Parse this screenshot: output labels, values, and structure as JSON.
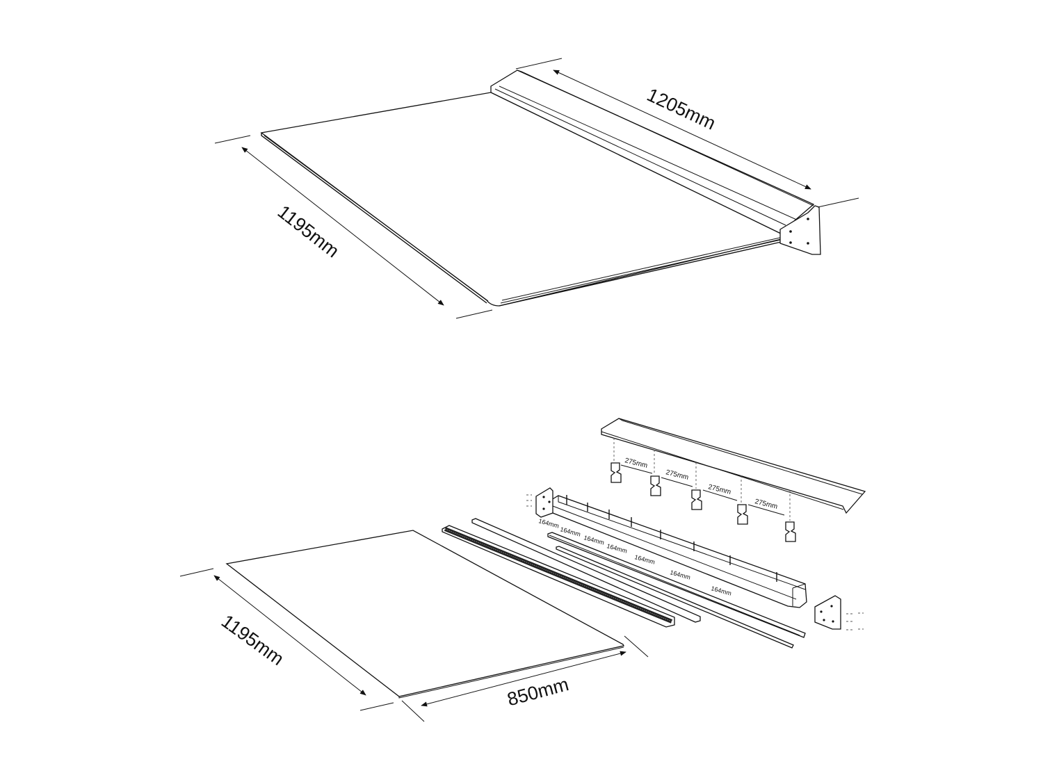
{
  "top_view": {
    "width_label": "1205mm",
    "depth_label": "1195mm"
  },
  "exploded_view": {
    "panel_depth_label": "1195mm",
    "panel_width_label": "850mm",
    "bracket_spacing_labels": [
      "275mm",
      "275mm",
      "275mm",
      "275mm"
    ],
    "screw_spacing_labels": [
      "164mm",
      "164mm",
      "164mm",
      "164mm",
      "164mm",
      "164mm",
      "164mm"
    ]
  }
}
